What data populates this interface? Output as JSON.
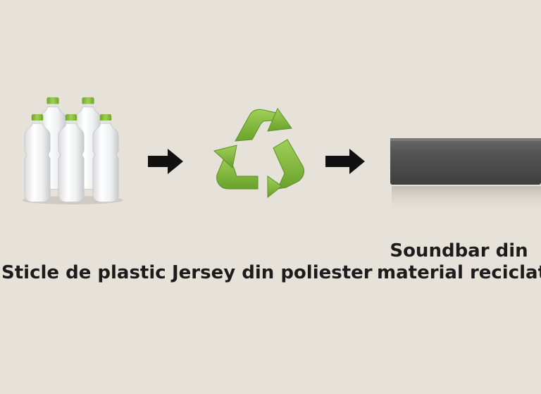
{
  "colors": {
    "background": "#e6e2da",
    "bottle_cap": "#8cc63f",
    "recycle_green": "#7fb53a",
    "arrow": "#111111",
    "soundbar": "#555555",
    "text": "#1c1c1c"
  },
  "steps": [
    {
      "icon": "plastic-bottles-icon",
      "label": "Sticle de plastic"
    },
    {
      "icon": "recycle-icon",
      "label": "Jersey din poliester"
    },
    {
      "icon": "soundbar-icon",
      "label_line1": "Soundbar din",
      "label_line2": "material reciclat"
    }
  ],
  "arrows": [
    "arrow-right-icon",
    "arrow-right-icon"
  ]
}
